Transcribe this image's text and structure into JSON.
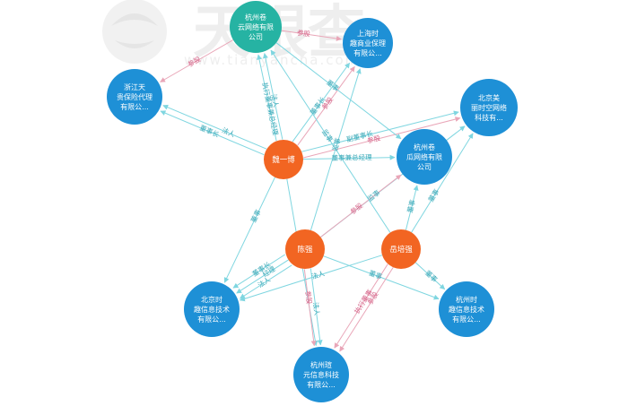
{
  "watermark": {
    "brand": "天眼查",
    "url": "www.tianyancha.com"
  },
  "colors": {
    "person": "#f26522",
    "company": "#1e90d6",
    "highlight_company": "#26b3a3",
    "edge_blue": "#7fd6e0",
    "edge_pink": "#e9a6b8",
    "label_blue": "#3aa9b8",
    "label_pink": "#d45f85"
  },
  "nodes": [
    {
      "id": "yixiaobo",
      "kind": "person",
      "label": [
        "魏一博"
      ]
    },
    {
      "id": "chenqiang",
      "kind": "person",
      "label": [
        "陈强"
      ]
    },
    {
      "id": "yuepeiqiang",
      "kind": "person",
      "label": [
        "岳培强"
      ]
    },
    {
      "id": "hzjuanyun",
      "kind": "highlight_company",
      "label": [
        "杭州卷",
        "云网络有限",
        "公司"
      ]
    },
    {
      "id": "shanghai",
      "kind": "company",
      "label": [
        "上海时",
        "趣商业保理",
        "有限公..."
      ]
    },
    {
      "id": "zhejiang",
      "kind": "company",
      "label": [
        "浙江天",
        "贵保险代理",
        "有限公..."
      ]
    },
    {
      "id": "beijingmei",
      "kind": "company",
      "label": [
        "北京美",
        "丽时空网络",
        "科技有..."
      ]
    },
    {
      "id": "hzjuangua",
      "kind": "company",
      "label": [
        "杭州卷",
        "瓜网络有限",
        "公司"
      ]
    },
    {
      "id": "bjshiqu",
      "kind": "company",
      "label": [
        "北京时",
        "趣信息技术",
        "有限公..."
      ]
    },
    {
      "id": "hzshiqu",
      "kind": "company",
      "label": [
        "杭州时",
        "趣信息技术",
        "有限公..."
      ]
    },
    {
      "id": "hzxuanyuan",
      "kind": "company",
      "label": [
        "杭州瑄",
        "元信息科技",
        "有限公..."
      ]
    }
  ],
  "edges": [
    {
      "from": "yixiaobo",
      "to": "hzjuanyun",
      "color": "blue",
      "label": "执行董事兼总经理"
    },
    {
      "from": "yixiaobo",
      "to": "hzjuanyun",
      "color": "blue",
      "label": "法人"
    },
    {
      "from": "yixiaobo",
      "to": "zhejiang",
      "color": "blue",
      "label": "董事长"
    },
    {
      "from": "yixiaobo",
      "to": "zhejiang",
      "color": "blue",
      "label": "法人"
    },
    {
      "from": "yixiaobo",
      "to": "shanghai",
      "color": "blue",
      "label": "董事长"
    },
    {
      "from": "yixiaobo",
      "to": "shanghai",
      "color": "pink",
      "label": "参股"
    },
    {
      "from": "yixiaobo",
      "to": "beijingmei",
      "color": "blue",
      "label": "副董事长"
    },
    {
      "from": "yixiaobo",
      "to": "beijingmei",
      "color": "pink",
      "label": "参股"
    },
    {
      "from": "yixiaobo",
      "to": "hzjuangua",
      "color": "blue",
      "label": "董事兼总经理"
    },
    {
      "from": "yixiaobo",
      "to": "bjshiqu",
      "color": "blue",
      "label": "董事"
    },
    {
      "from": "yixiaobo",
      "to": "hzxuanyuan",
      "color": "blue",
      "label": "董事"
    },
    {
      "from": "hzjuanyun",
      "to": "zhejiang",
      "color": "pink",
      "label": "参股"
    },
    {
      "from": "hzjuanyun",
      "to": "shanghai",
      "color": "pink",
      "label": "参股"
    },
    {
      "from": "hzjuanyun",
      "to": "hzjuangua",
      "color": "blue",
      "label": "董事"
    },
    {
      "from": "chenqiang",
      "to": "shanghai",
      "color": "blue",
      "label": "监事"
    },
    {
      "from": "chenqiang",
      "to": "beijingmei",
      "color": "blue",
      "label": "监事"
    },
    {
      "from": "chenqiang",
      "to": "hzjuangua",
      "color": "pink",
      "label": "参股"
    },
    {
      "from": "chenqiang",
      "to": "bjshiqu",
      "color": "blue",
      "label": "法人"
    },
    {
      "from": "chenqiang",
      "to": "bjshiqu",
      "color": "blue",
      "label": "经理"
    },
    {
      "from": "chenqiang",
      "to": "bjshiqu",
      "color": "blue",
      "label": "董事长"
    },
    {
      "from": "chenqiang",
      "to": "hzxuanyuan",
      "color": "blue",
      "label": "法人"
    },
    {
      "from": "chenqiang",
      "to": "hzxuanyuan",
      "color": "pink",
      "label": "参股"
    },
    {
      "from": "chenqiang",
      "to": "hzshiqu",
      "color": "blue",
      "label": "董事"
    },
    {
      "from": "yuepeiqiang",
      "to": "hzjuangua",
      "color": "blue",
      "label": "董事"
    },
    {
      "from": "yuepeiqiang",
      "to": "beijingmei",
      "color": "blue",
      "label": "董事"
    },
    {
      "from": "yuepeiqiang",
      "to": "bjshiqu",
      "color": "blue",
      "label": "法人"
    },
    {
      "from": "yuepeiqiang",
      "to": "hzshiqu",
      "color": "blue",
      "label": "董事"
    },
    {
      "from": "yuepeiqiang",
      "to": "hzxuanyuan",
      "color": "pink",
      "label": "参股"
    },
    {
      "from": "yuepeiqiang",
      "to": "hzxuanyuan",
      "color": "pink",
      "label": "执行董事"
    },
    {
      "from": "yuepeiqiang",
      "to": "hzjuanyun",
      "color": "blue",
      "label": "监事"
    }
  ]
}
